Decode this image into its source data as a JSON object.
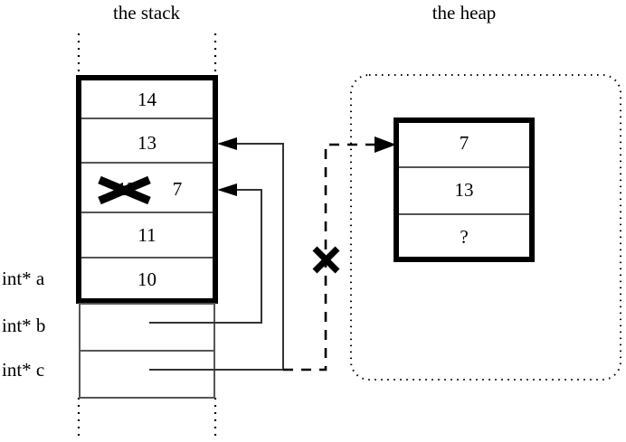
{
  "titles": {
    "stack": "the stack",
    "heap": "the heap"
  },
  "stack": {
    "cells": [
      {
        "value": "14",
        "struck": ""
      },
      {
        "value": "13",
        "struck": ""
      },
      {
        "value": "7",
        "struck": "12"
      },
      {
        "value": "11",
        "struck": ""
      },
      {
        "value": "10",
        "struck": ""
      }
    ],
    "pointer_labels": [
      {
        "name": "int* a"
      },
      {
        "name": "int* b"
      },
      {
        "name": "int* c"
      }
    ]
  },
  "heap": {
    "cells": [
      {
        "value": "7"
      },
      {
        "value": "13"
      },
      {
        "value": "?"
      }
    ]
  },
  "annotations": {
    "broken_link_mark": "✕",
    "struck_value_mark": "✕"
  },
  "colors": {
    "ink": "#000000",
    "thin_rule": "#555555",
    "background": "#ffffff"
  }
}
